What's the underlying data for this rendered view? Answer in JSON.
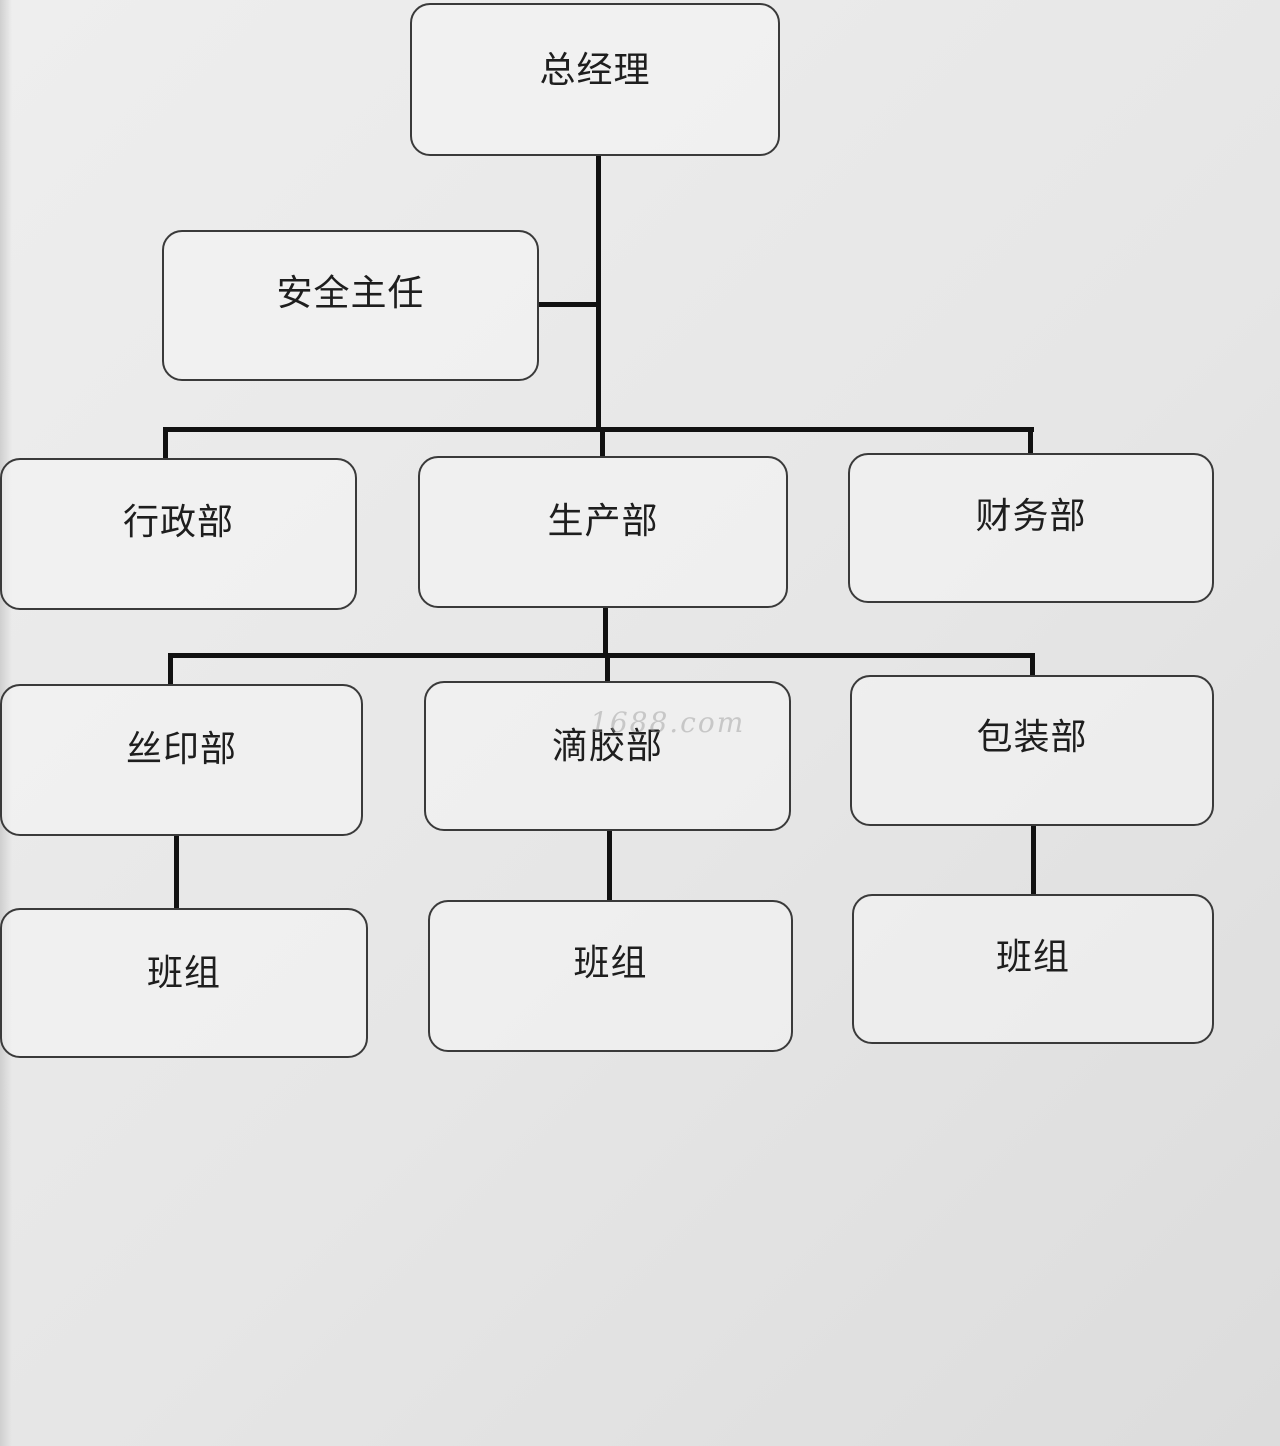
{
  "org": {
    "general_manager": "总经理",
    "safety_director": "安全主任",
    "departments": [
      {
        "name": "行政部"
      },
      {
        "name": "生产部"
      },
      {
        "name": "财务部"
      }
    ],
    "production_units": [
      {
        "name": "丝印部",
        "team": "班组"
      },
      {
        "name": "滴胶部",
        "team": "班组"
      },
      {
        "name": "包装部",
        "team": "班组"
      }
    ]
  },
  "watermark": "1688.com"
}
